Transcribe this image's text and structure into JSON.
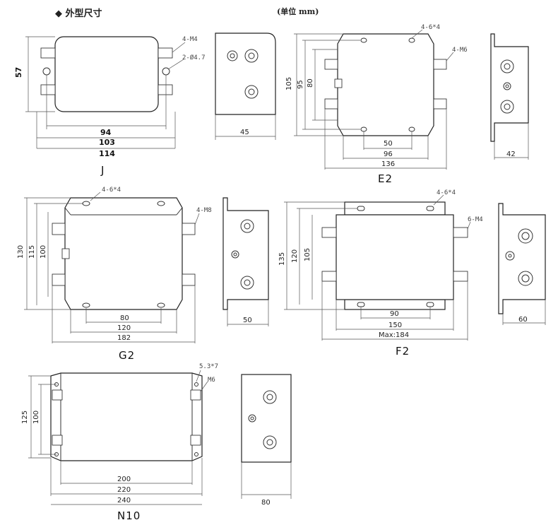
{
  "header": {
    "title": "外型尺寸",
    "unit": "(单位 mm)",
    "bullet_icon": "diamond-icon"
  },
  "models": {
    "J": {
      "label": "J",
      "height": "57",
      "mount_spacing": "94",
      "body_length": "103",
      "overall_length": "114",
      "side_depth": "45",
      "terminal_note": "4-M4",
      "hole_note": "2-Ø4.7"
    },
    "E2": {
      "label": "E2",
      "h1": "105",
      "h2": "95",
      "h3": "80",
      "w1": "50",
      "w2": "96",
      "w3": "136",
      "side_depth": "42",
      "hole_note": "4-6*4",
      "terminal_note": "4-M6"
    },
    "G2": {
      "label": "G2",
      "h1": "130",
      "h2": "115",
      "h3": "100",
      "w1": "80",
      "w2": "120",
      "w3": "182",
      "side_depth": "50",
      "hole_note": "4-6*4",
      "terminal_note": "4-M8"
    },
    "F2": {
      "label": "F2",
      "h1": "135",
      "h2": "120",
      "h3": "105",
      "w1": "90",
      "w2": "150",
      "w3": "Max:184",
      "side_depth": "60",
      "hole_note": "4-6*4",
      "terminal_note": "6-M4"
    },
    "N10": {
      "label": "N10",
      "h1": "125",
      "h2": "100",
      "w1": "200",
      "w2": "220",
      "w3": "240",
      "side_depth": "80",
      "hole_note": "5.3*7",
      "terminal_note": "M6"
    }
  }
}
